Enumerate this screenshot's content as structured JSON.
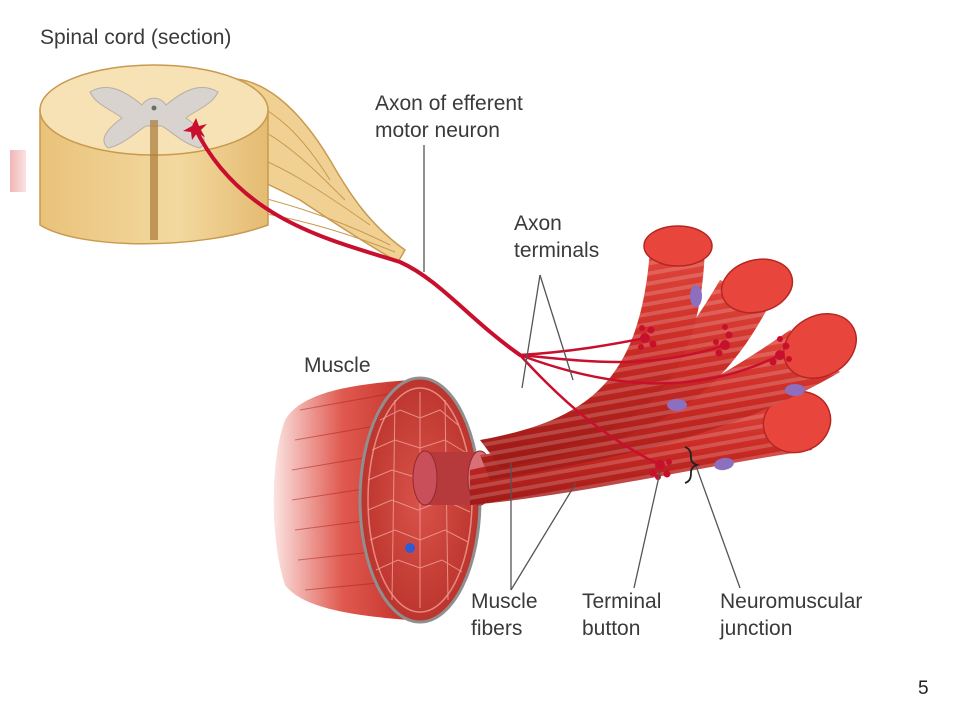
{
  "figure": {
    "labels": {
      "spinal_cord": "Spinal cord (section)",
      "axon_line1": "Axon of efferent",
      "axon_line2": "motor neuron",
      "terminals_line1": "Axon",
      "terminals_line2": "terminals",
      "muscle": "Muscle",
      "fibers_line1": "Muscle",
      "fibers_line2": "fibers",
      "button_line1": "Terminal",
      "button_line2": "button",
      "junction_line1": "Neuromuscular",
      "junction_line2": "junction"
    },
    "colors": {
      "nerve": "#c8102e",
      "spinal_white_matter": "#f1d79c",
      "spinal_gray_matter": "#d9d3d0",
      "muscle": "#d9332b",
      "muscle_dark": "#a61d1a",
      "nucleus": "#8d6fc0"
    }
  },
  "slide": {
    "number": "5"
  }
}
